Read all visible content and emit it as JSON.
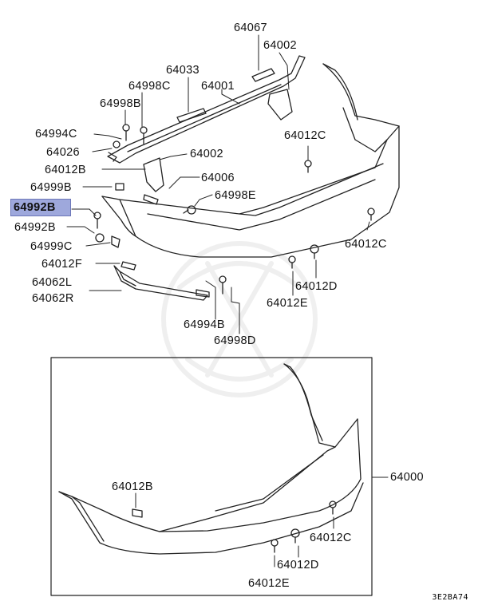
{
  "diagram": {
    "highlighted_part": "64992B",
    "callouts": {
      "p64067": "64067",
      "p64002_top": "64002",
      "p64033": "64033",
      "p64001": "64001",
      "p64998C": "64998C",
      "p64998B": "64998B",
      "p64994C": "64994C",
      "p64026": "64026",
      "p64002_mid": "64002",
      "p64012B_top": "64012B",
      "p64006": "64006",
      "p64999B": "64999B",
      "p64998E": "64998E",
      "p64992B_hl": "64992B",
      "p64992B": "64992B",
      "p64999C": "64999C",
      "p64012C_top": "64012C",
      "p64012C_right": "64012C",
      "p64012F": "64012F",
      "p64062L": "64062L",
      "p64062R": "64062R",
      "p64012D_top": "64012D",
      "p64012E_top": "64012E",
      "p64994B": "64994B",
      "p64998D": "64998D",
      "p64000": "64000",
      "p64012B_box": "64012B",
      "p64012C_box": "64012C",
      "p64012D_box": "64012D",
      "p64012E_box": "64012E"
    },
    "drawing_code": "3E2BA74"
  }
}
